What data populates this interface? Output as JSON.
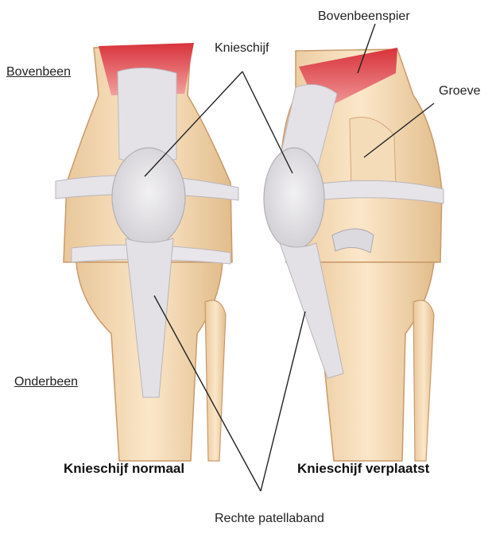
{
  "labels": {
    "bovenbeen": "Bovenbeen",
    "onderbeen": "Onderbeen",
    "knieschijf": "Knieschijf",
    "bovenbeenspier": "Bovenbeenspier",
    "groeve": "Groeve",
    "rechte_patellaband": "Rechte patellaband"
  },
  "captions": {
    "left": "Knieschijf normaal",
    "right": "Knieschijf verplaatst"
  }
}
